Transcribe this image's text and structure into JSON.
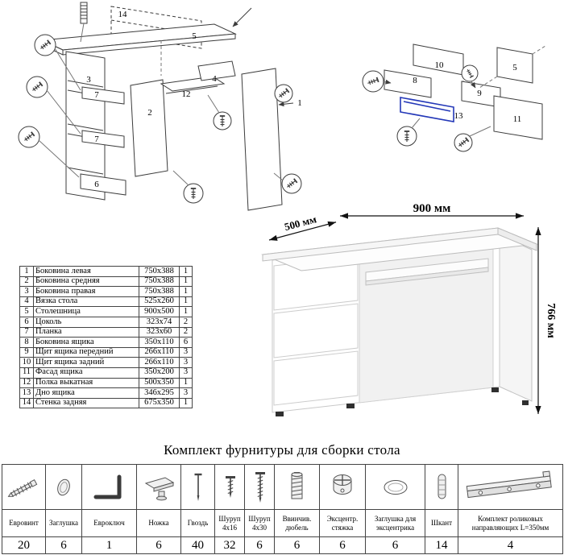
{
  "exploded_left": {
    "labels": [
      "14",
      "5",
      "3",
      "7",
      "7",
      "6",
      "2",
      "12",
      "4",
      "1"
    ]
  },
  "exploded_right": {
    "labels": [
      "10",
      "5",
      "8",
      "9",
      "13",
      "11"
    ]
  },
  "desk": {
    "dim_width": "900 мм",
    "dim_depth": "500 мм",
    "dim_height": "766 мм"
  },
  "parts": {
    "rows": [
      {
        "num": "1",
        "name": "Боковина левая",
        "size": "750x388",
        "qty": "1"
      },
      {
        "num": "2",
        "name": "Боковина средняя",
        "size": "750x388",
        "qty": "1"
      },
      {
        "num": "3",
        "name": "Боковина правая",
        "size": "750x388",
        "qty": "1"
      },
      {
        "num": "4",
        "name": "Вязка стола",
        "size": "525x260",
        "qty": "1"
      },
      {
        "num": "5",
        "name": "Столешница",
        "size": "900x500",
        "qty": "1"
      },
      {
        "num": "6",
        "name": "Цоколь",
        "size": "323x74",
        "qty": "2"
      },
      {
        "num": "7",
        "name": "Планка",
        "size": "323x60",
        "qty": "2"
      },
      {
        "num": "8",
        "name": "Боковина ящика",
        "size": "350x110",
        "qty": "6"
      },
      {
        "num": "9",
        "name": "Щит ящика передний",
        "size": "266x110",
        "qty": "3"
      },
      {
        "num": "10",
        "name": "Щит ящика задний",
        "size": "266x110",
        "qty": "3"
      },
      {
        "num": "11",
        "name": "Фасад ящика",
        "size": "350x200",
        "qty": "3"
      },
      {
        "num": "12",
        "name": "Полка выкатная",
        "size": "500x350",
        "qty": "1"
      },
      {
        "num": "13",
        "name": "Дно ящика",
        "size": "346x295",
        "qty": "3"
      },
      {
        "num": "14",
        "name": "Стенка задняя",
        "size": "675x350",
        "qty": "1"
      }
    ]
  },
  "hardware": {
    "title": "Комплект фурнитуры для сборки стола",
    "items": [
      {
        "name": "Евровинт",
        "qty": "20",
        "icon": "eurobolt-icon"
      },
      {
        "name": "Заглушка",
        "qty": "6",
        "icon": "cap-icon"
      },
      {
        "name": "Евроключ",
        "qty": "1",
        "icon": "hex-key-icon"
      },
      {
        "name": "Ножка",
        "qty": "6",
        "icon": "leg-icon"
      },
      {
        "name": "Гвоздь",
        "qty": "40",
        "icon": "nail-icon"
      },
      {
        "name": "Шуруп 4x16",
        "qty": "32",
        "icon": "screw-short-icon"
      },
      {
        "name": "Шуруп 4x30",
        "qty": "6",
        "icon": "screw-long-icon"
      },
      {
        "name": "Ввинчив. дюбель",
        "qty": "6",
        "icon": "screw-dowel-icon"
      },
      {
        "name": "Эксцентр. стяжка",
        "qty": "6",
        "icon": "cam-lock-icon"
      },
      {
        "name": "Заглушка для эксцентрика",
        "qty": "6",
        "icon": "cam-cap-icon"
      },
      {
        "name": "Шкант",
        "qty": "14",
        "icon": "wood-dowel-icon"
      },
      {
        "name": "Комплект роликовых направляющих L=350мм",
        "qty": "4",
        "icon": "roller-rail-icon"
      }
    ]
  }
}
